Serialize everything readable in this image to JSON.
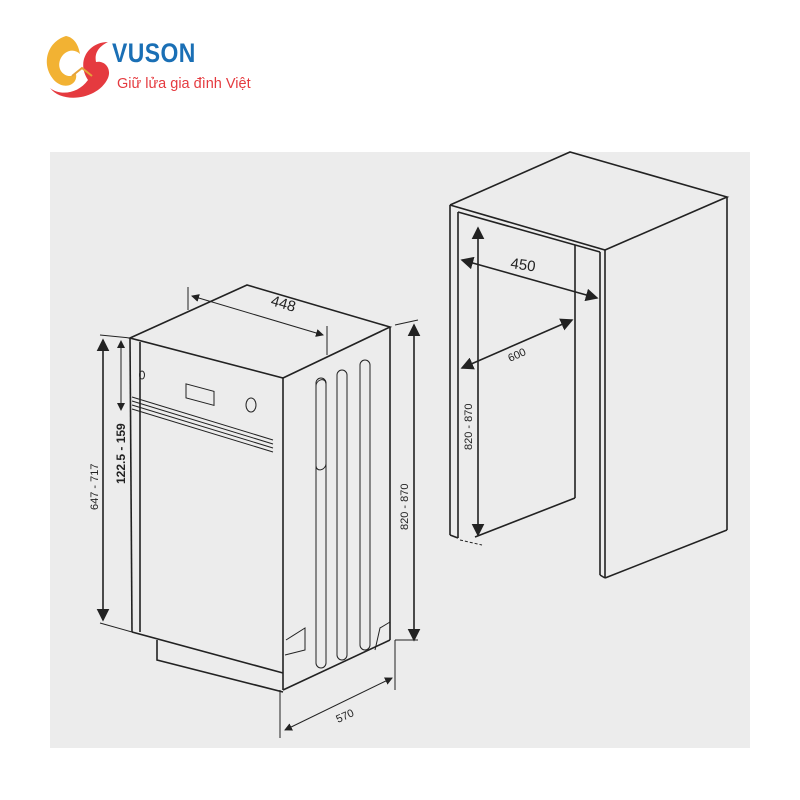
{
  "logo": {
    "brand": "VUSON",
    "slogan": "Giữ lửa gia đình Việt",
    "colors": {
      "blue": "#1a6fb5",
      "red": "#e53a3f",
      "yellow": "#f2b233"
    }
  },
  "diagram": {
    "dishwasher": {
      "width": "448",
      "depth": "570",
      "height": "820 - 870",
      "door_height": "647 - 717",
      "panel_height": "122.5 - 159"
    },
    "cabinet": {
      "width": "450",
      "depth": "600",
      "height": "820 - 870"
    }
  }
}
